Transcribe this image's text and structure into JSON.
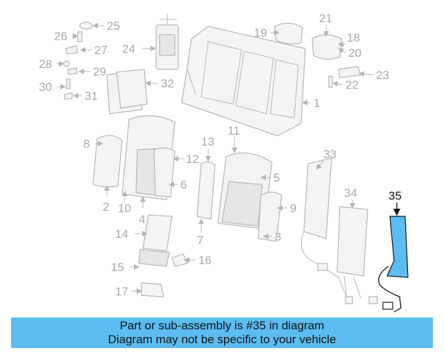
{
  "diagram": {
    "highlight_color": "#5bbdf2",
    "highlighted_part": "35",
    "callouts": [
      "1",
      "2",
      "3",
      "4",
      "5",
      "6",
      "7",
      "8",
      "9",
      "10",
      "11",
      "12",
      "13",
      "14",
      "15",
      "16",
      "17",
      "18",
      "19",
      "20",
      "21",
      "22",
      "23",
      "24",
      "25",
      "26",
      "27",
      "28",
      "29",
      "30",
      "31",
      "32",
      "33",
      "34",
      "35"
    ]
  },
  "banner": {
    "line1": "Part or sub-assembly is #35 in diagram",
    "line2": "Diagram may not be specific to your vehicle"
  }
}
